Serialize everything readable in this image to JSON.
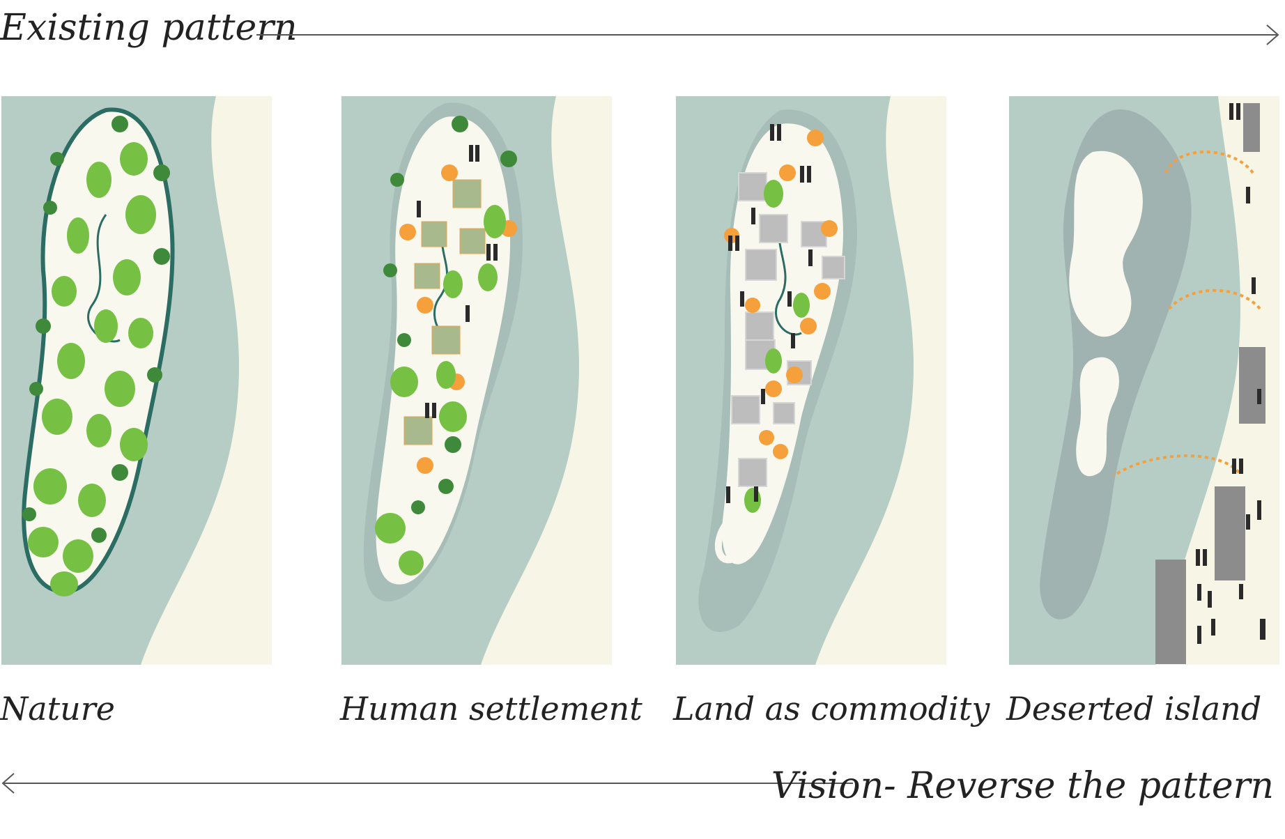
{
  "headings": {
    "existing": "Existing pattern",
    "vision": "Vision- Reverse the pattern"
  },
  "stages": [
    {
      "label": "Nature"
    },
    {
      "label": "Human settlement"
    },
    {
      "label": "Land as commodity"
    },
    {
      "label": "Deserted island"
    }
  ],
  "colors": {
    "water": "#b6cdc5",
    "sand": "#f6f5e6",
    "land": "#f9f8ee",
    "shallow": "#a0b3b0",
    "tree": "#76c043",
    "palm": "#3f8a3a",
    "hut": "#f5a03a",
    "plot": "#bdbdbd",
    "building": "#8c8c8c",
    "people": "#2a2a2a",
    "river": "#2c6d63"
  }
}
